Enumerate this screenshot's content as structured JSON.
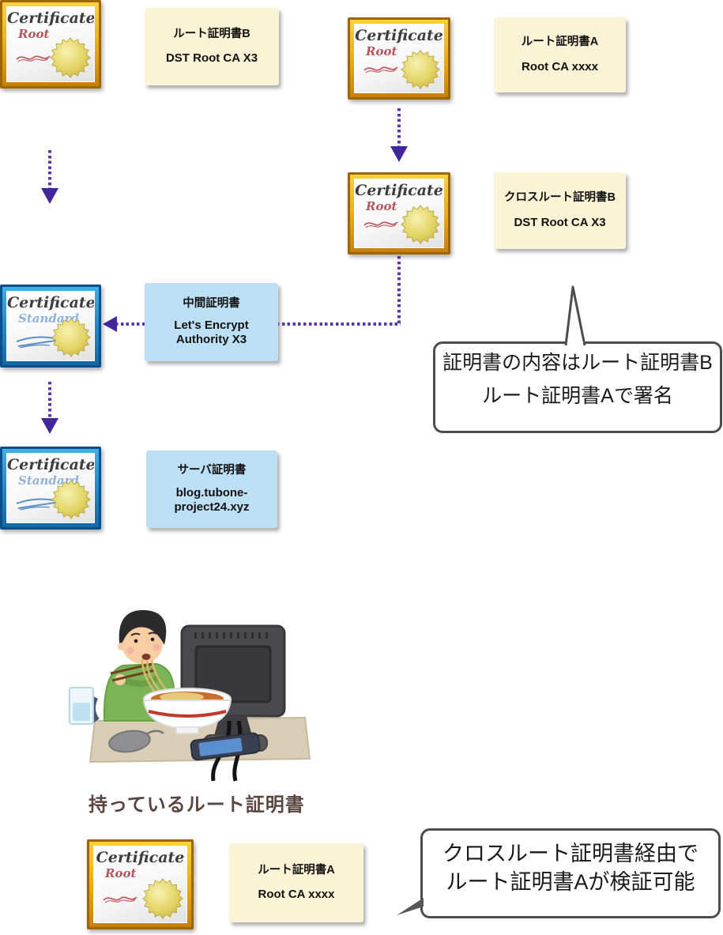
{
  "cert_types": {
    "gold": {
      "title": "Certificate",
      "subtitle": "Root"
    },
    "blue": {
      "title": "Certificate",
      "subtitle": "Standard"
    }
  },
  "nodes": {
    "root_b": {
      "title": "ルート証明書B",
      "subtitle": "DST Root CA X3"
    },
    "root_a": {
      "title": "ルート証明書A",
      "subtitle": "Root CA xxxx"
    },
    "cross_root_b": {
      "title": "クロスルート証明書B",
      "subtitle": "DST Root CA X3"
    },
    "intermediate": {
      "title": "中間証明書",
      "subtitle": "Let's Encrypt Authority X3"
    },
    "server": {
      "title": "サーバ証明書",
      "subtitle": "blog.tubone-project24.xyz"
    },
    "owned_root_a": {
      "title": "ルート証明書A",
      "subtitle": "Root CA xxxx"
    }
  },
  "callouts": {
    "signed_by": {
      "line1": "証明書の内容はルート証明書B",
      "line2": "ルート証明書Aで署名"
    },
    "verifiable": {
      "line1": "クロスルート証明書経由で",
      "line2": "ルート証明書Aが検証可能"
    }
  },
  "headings": {
    "owned_root": "持っているルート証明書"
  },
  "colors": {
    "note_cream": "#fbf3d5",
    "note_blue": "#bddff3",
    "arrow_purple": "#5b35a8",
    "arrowhead_purple": "#44269c",
    "bubble_border": "#4d4d4d",
    "heading_brown": "#594640",
    "gold_frame": "#eaa912",
    "blue_frame": "#1e86c6"
  }
}
